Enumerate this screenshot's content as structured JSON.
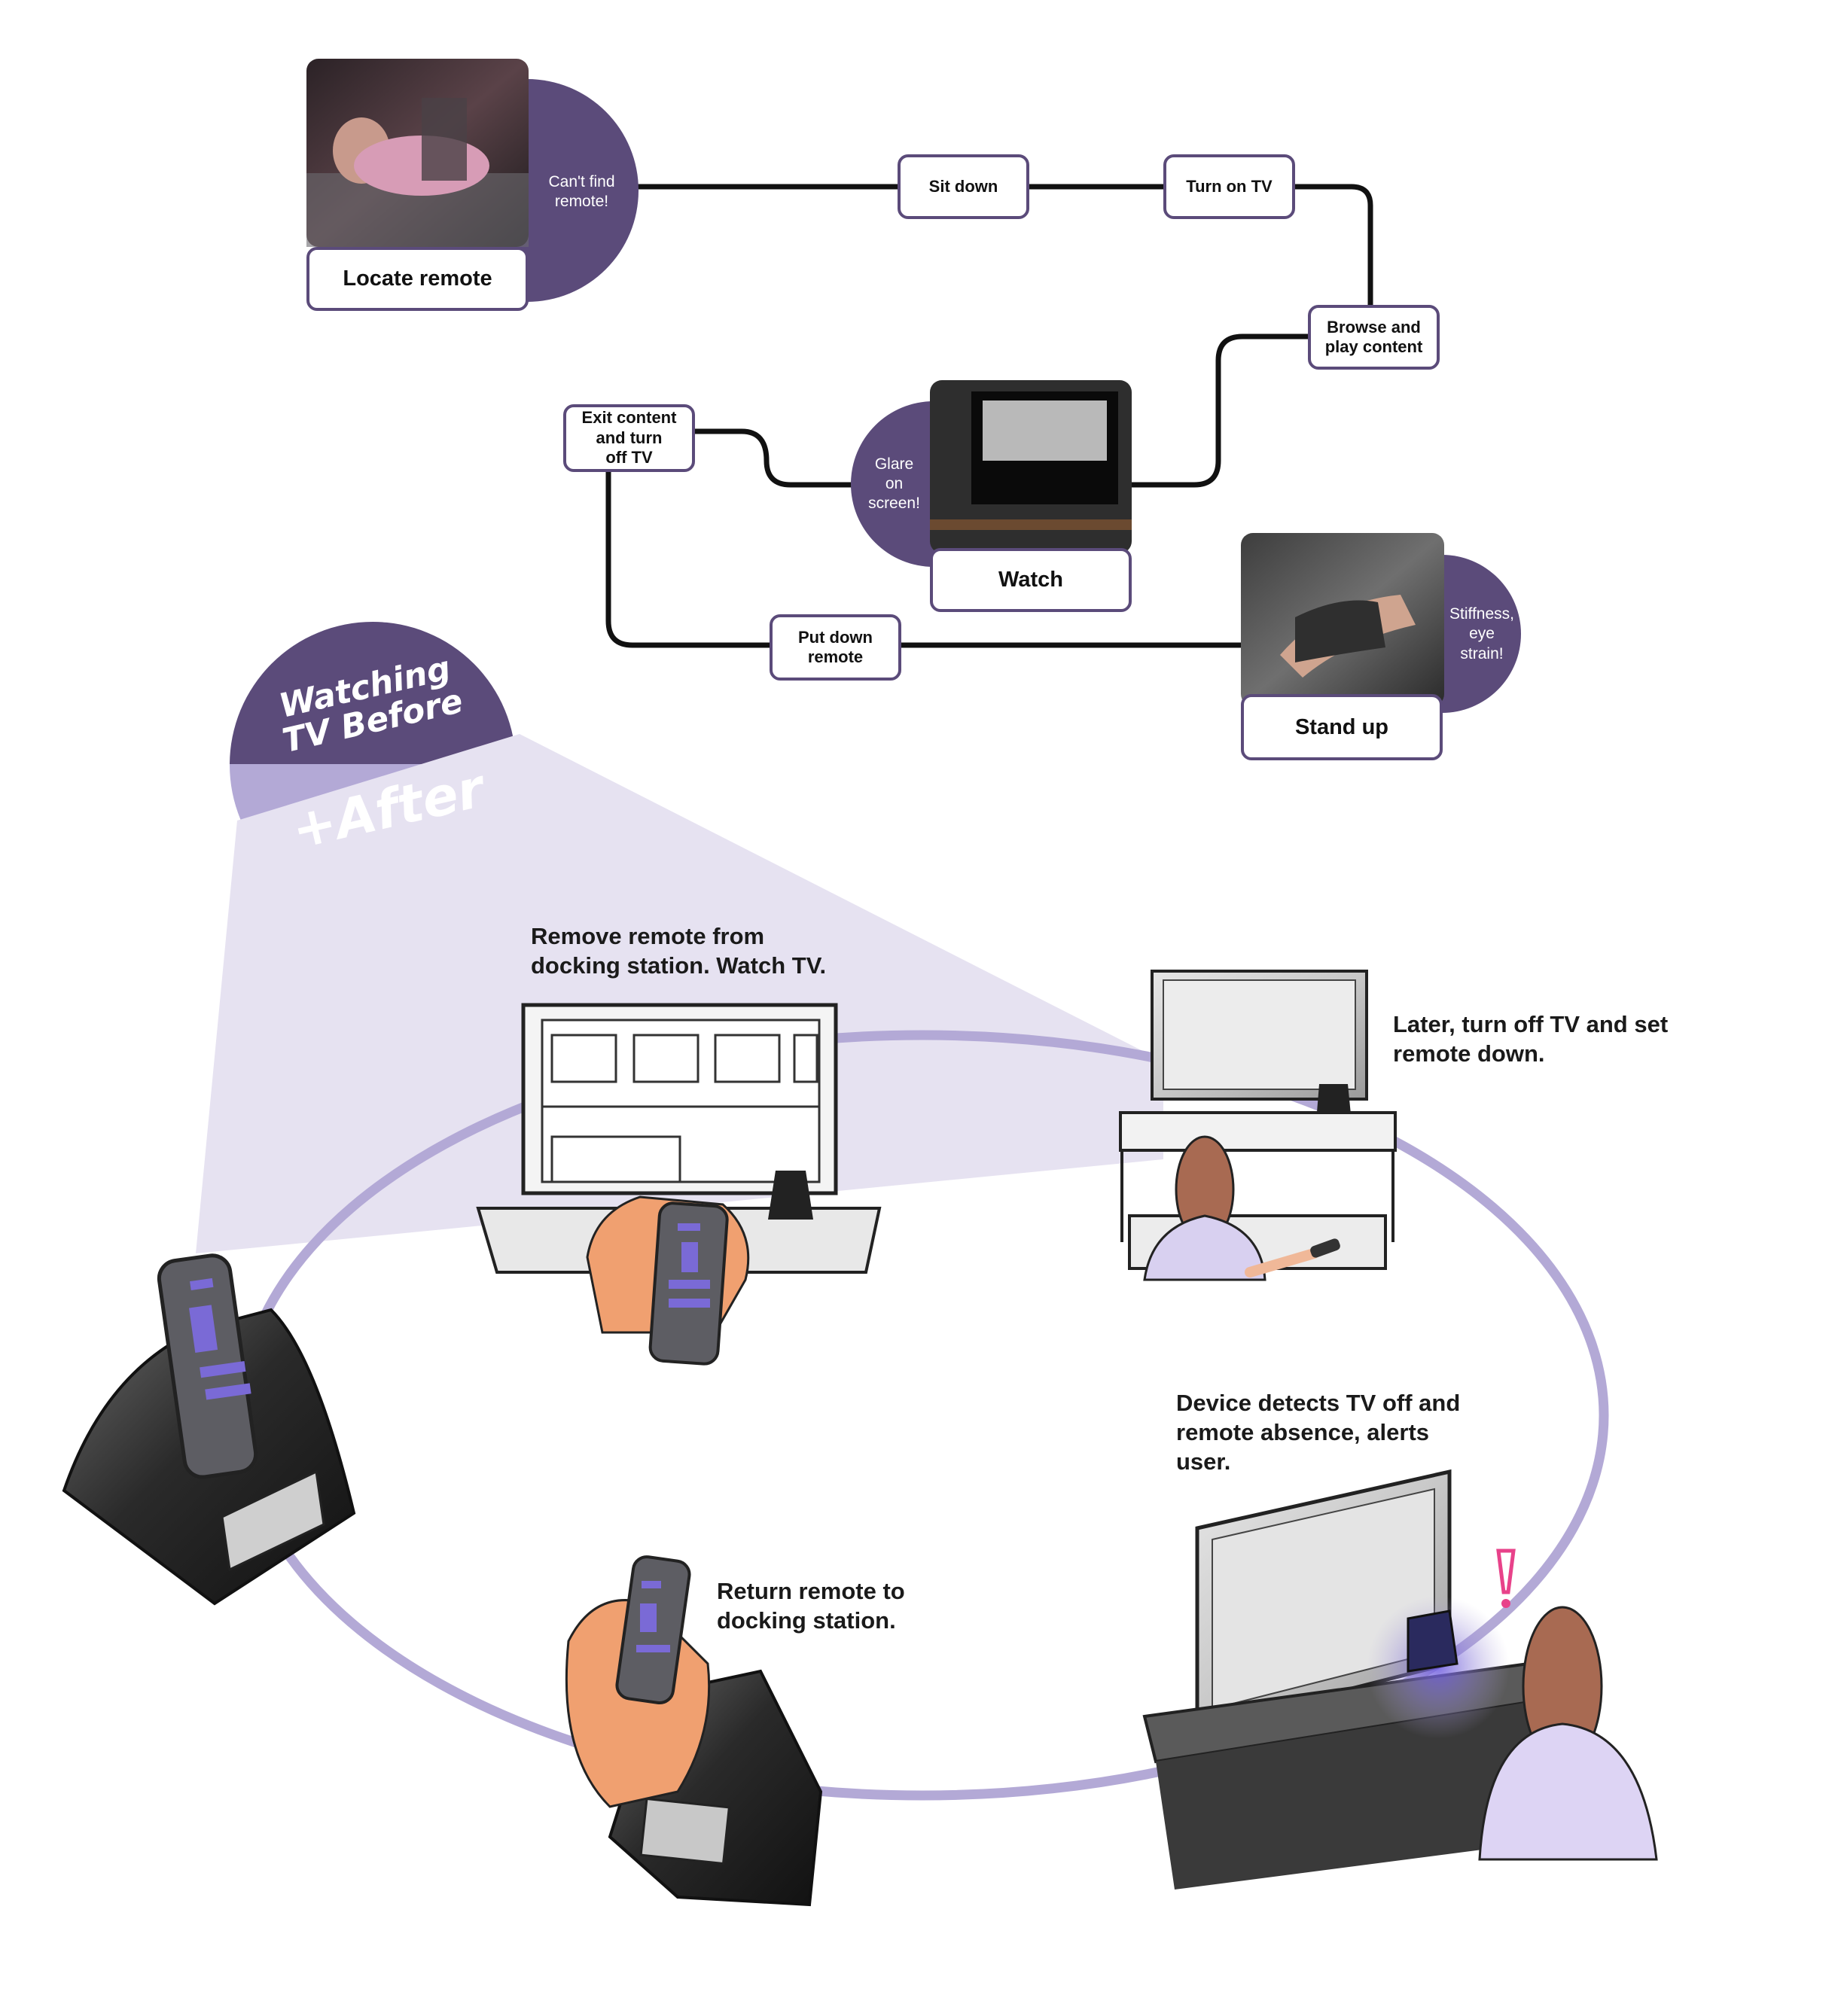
{
  "journey_before": {
    "locate_remote": "Locate remote",
    "pain_cant_find": "Can't find\nremote!",
    "sit_down": "Sit down",
    "turn_on_tv": "Turn on TV",
    "browse_play": "Browse and\nplay content",
    "watch": "Watch",
    "pain_glare": "Glare\non\nscreen!",
    "exit_turn_off": "Exit content\nand turn\noff TV",
    "put_down_remote": "Put down\nremote",
    "stand_up": "Stand up",
    "pain_stiffness": "Stiffness,\neye\nstrain!"
  },
  "badge": {
    "before": "Watching\nTV Before",
    "after": "+After"
  },
  "journey_after": {
    "remove_remote": "Remove remote from\ndocking station. Watch TV.",
    "later_turn_off": "Later, turn off TV and set\nremote down.",
    "device_detects": "Device detects TV off and\nremote absence, alerts\nuser.",
    "return_remote": "Return remote to\ndocking station."
  },
  "colors": {
    "brand_purple": "#5b4b7a",
    "light_purple": "#b3a9d6",
    "beam_purple": "#e6e2f1",
    "line_dark": "#111111",
    "alert_pink": "#e8428a"
  }
}
